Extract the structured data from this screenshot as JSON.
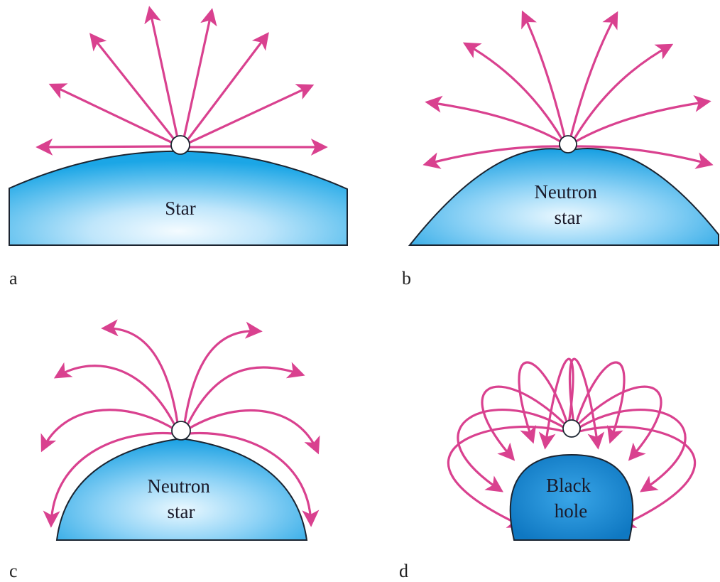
{
  "colors": {
    "ray": "#d9418f",
    "body_fill_center": "#f4fbff",
    "body_fill_edge": "#1ba6e6",
    "black_hole_fill": "#1a8fd4",
    "outline": "#1b2430",
    "emitter_fill": "#ffffff"
  },
  "panels": [
    {
      "letter": "a",
      "body_label_lines": [
        "Star"
      ],
      "light_paths": "straight"
    },
    {
      "letter": "b",
      "body_label_lines": [
        "Neutron",
        "star"
      ],
      "light_paths": "slightly-bent"
    },
    {
      "letter": "c",
      "body_label_lines": [
        "Neutron",
        "star"
      ],
      "light_paths": "strongly-bent"
    },
    {
      "letter": "d",
      "body_label_lines": [
        "Black",
        "hole"
      ],
      "light_paths": "captured"
    }
  ]
}
